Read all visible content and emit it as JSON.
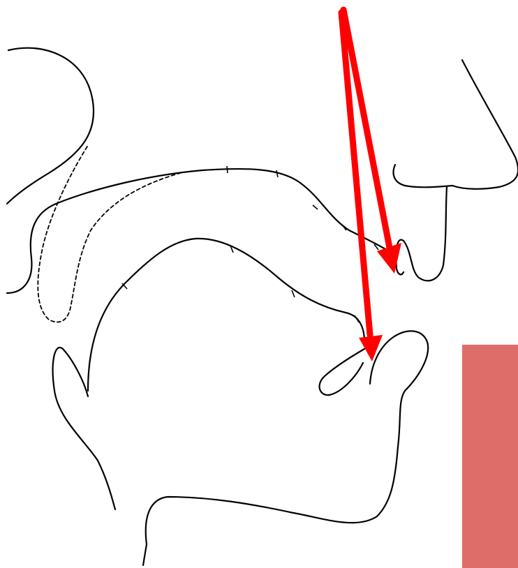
{
  "colors": {
    "line": "#000000",
    "arrow": "#ff0000",
    "side_bar": "#de6d6a",
    "background": "#ffffff"
  },
  "diagram": {
    "type": "sagittal vocal tract line drawing",
    "annotations": [
      {
        "id": "arrow-upper",
        "shape": "arrow",
        "color": "red"
      },
      {
        "id": "arrow-lower",
        "shape": "arrow",
        "color": "red"
      }
    ]
  }
}
